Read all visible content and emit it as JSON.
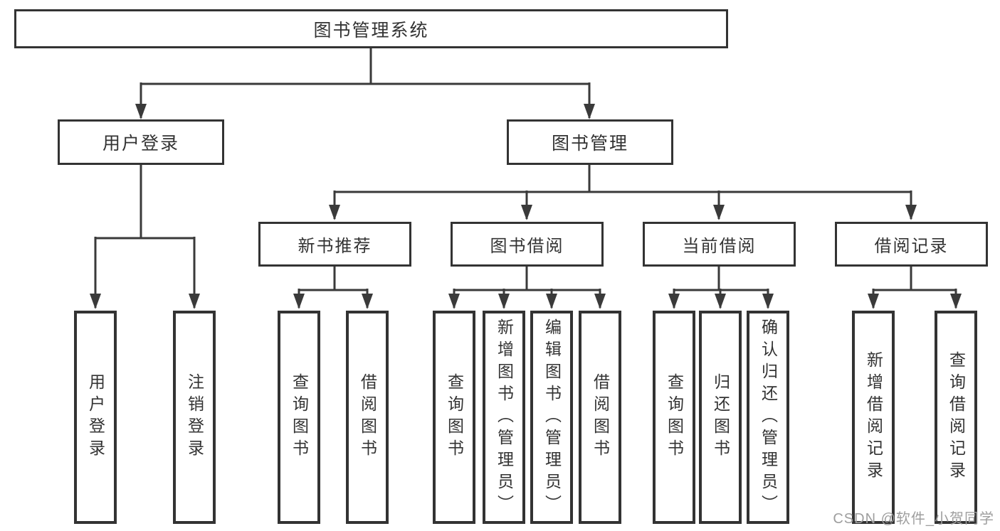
{
  "diagram": {
    "type": "tree",
    "tree": {
      "label": "图书管理系统",
      "children": [
        {
          "label": "用户登录",
          "children": [
            {
              "label": "用户登录"
            },
            {
              "label": "注销登录"
            }
          ]
        },
        {
          "label": "图书管理",
          "children": [
            {
              "label": "新书推荐",
              "children": [
                {
                  "label": "查询图书"
                },
                {
                  "label": "借阅图书"
                }
              ]
            },
            {
              "label": "图书借阅",
              "children": [
                {
                  "label": "查询图书"
                },
                {
                  "label": "新增图书（管理员）"
                },
                {
                  "label": "编辑图书（管理员）"
                },
                {
                  "label": "借阅图书"
                }
              ]
            },
            {
              "label": "当前借阅",
              "children": [
                {
                  "label": "查询图书"
                },
                {
                  "label": "归还图书"
                },
                {
                  "label": "确认归还（管理员）"
                }
              ]
            },
            {
              "label": "借阅记录",
              "children": [
                {
                  "label": "新增借阅记录"
                },
                {
                  "label": "查询借阅记录"
                }
              ]
            }
          ]
        }
      ]
    },
    "colors": {
      "line": "#3a3a3a",
      "box_border": "#333333",
      "text": "#333333",
      "background": "#ffffff",
      "watermark": "#9e9e9e"
    }
  },
  "watermark": {
    "text": "CSDN @软件_小贺同学"
  }
}
